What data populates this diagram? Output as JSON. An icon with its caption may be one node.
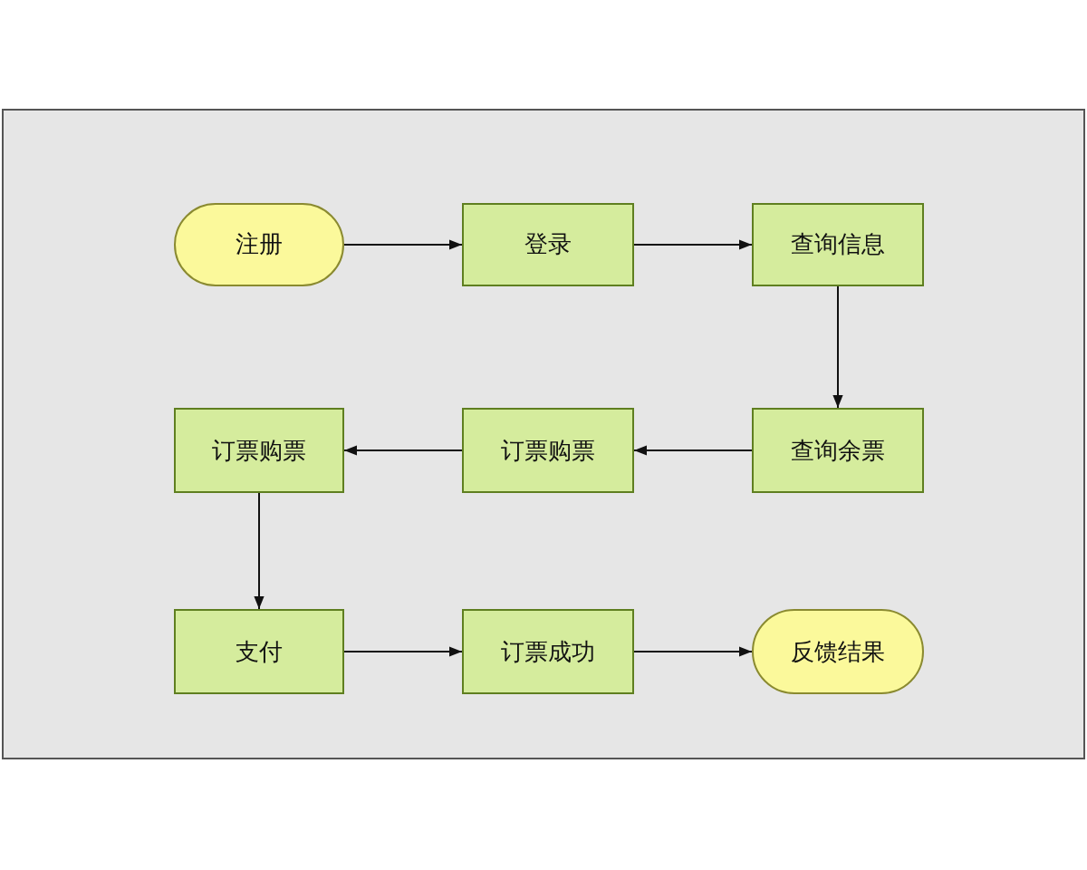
{
  "diagram": {
    "nodes": [
      {
        "text": [
          "注册"
        ]
      },
      {
        "text": [
          "登录"
        ]
      },
      {
        "text": [
          "查询信息"
        ]
      },
      {
        "text": [
          "查询余票"
        ]
      },
      {
        "text": [
          "订票购票"
        ]
      },
      {
        "text": [
          "订票购票"
        ]
      },
      {
        "text": [
          "支付"
        ]
      },
      {
        "text": [
          "订票成功"
        ]
      },
      {
        "text": [
          "反馈结果"
        ]
      }
    ],
    "edges": [
      {
        "from": 0,
        "to": 1,
        "arrow": "to"
      },
      {
        "from": 1,
        "to": 2,
        "arrow": "to"
      },
      {
        "from": 2,
        "to": 3,
        "arrow": "to"
      },
      {
        "from": 3,
        "to": 4,
        "arrow": "to"
      },
      {
        "from": 4,
        "to": 5,
        "arrow": "to"
      },
      {
        "from": 5,
        "to": 6,
        "arrow": "to"
      },
      {
        "from": 6,
        "to": 7,
        "arrow": "to"
      },
      {
        "from": 7,
        "to": 8,
        "arrow": "to"
      }
    ]
  }
}
